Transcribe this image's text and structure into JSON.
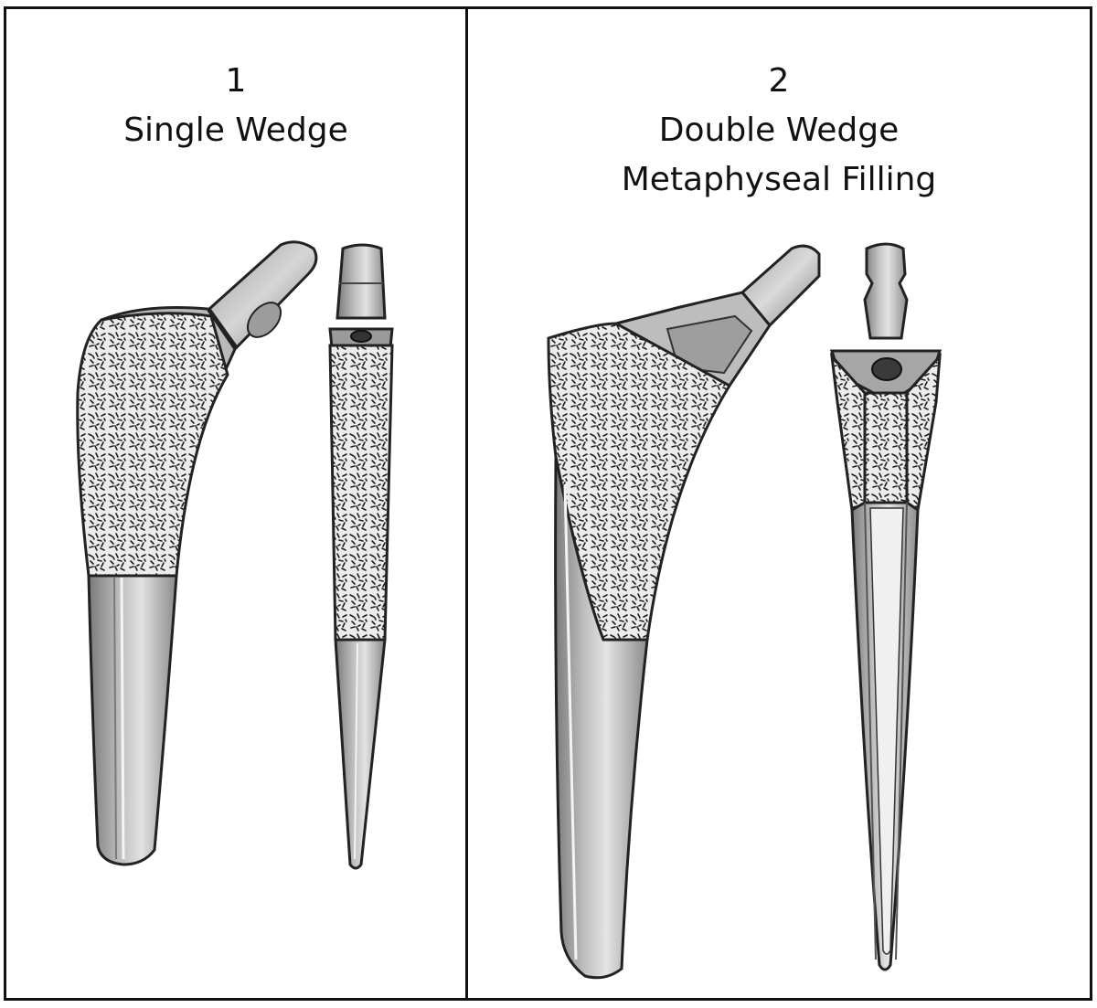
{
  "panels": [
    {
      "number": "1",
      "title": "Single Wedge",
      "subtitle": ""
    },
    {
      "number": "2",
      "title": "Double Wedge",
      "subtitle": "Metaphyseal Filling"
    }
  ],
  "colors": {
    "border": "#111111",
    "metal_light": "#dcdcdc",
    "metal_mid": "#a9a9a9",
    "metal_dark": "#6f6f6f",
    "coating": "#e9e9e9",
    "speckle": "#1a1a1a"
  }
}
